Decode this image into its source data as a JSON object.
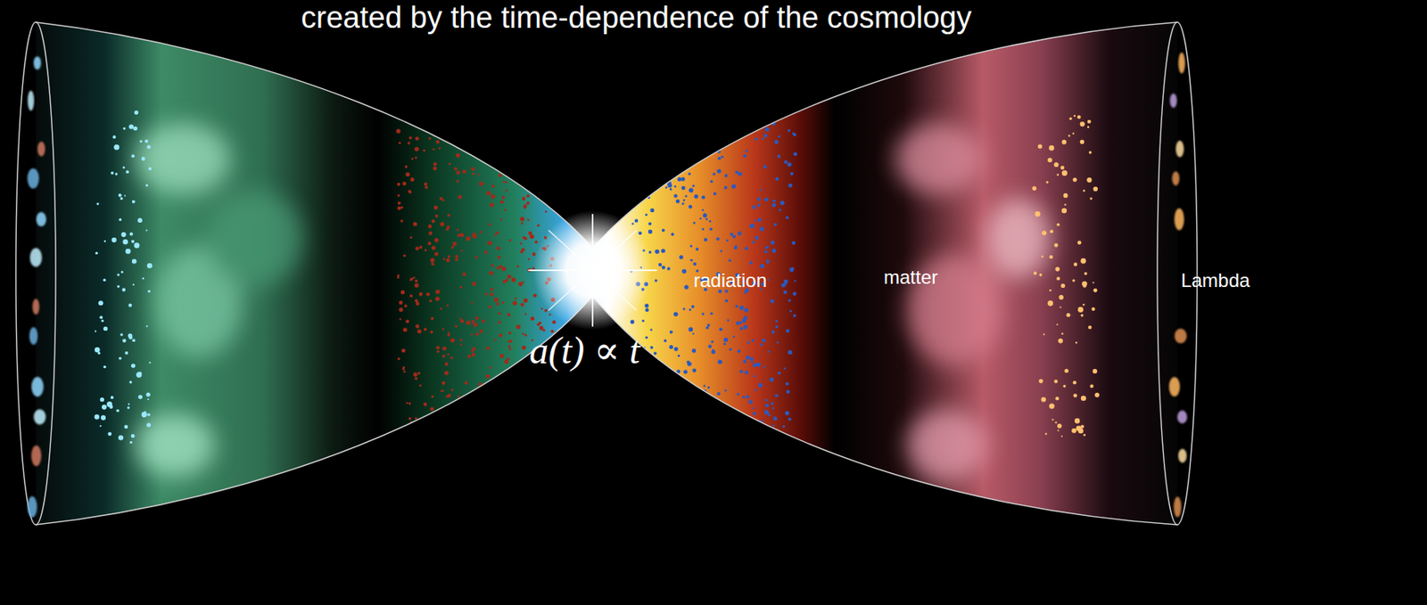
{
  "diagram": {
    "labels": [
      "created by the time-dependence of the cosmology",
      "radiation",
      "matter",
      "Lambda",
      "a(t) ∝ t"
    ]
  }
}
